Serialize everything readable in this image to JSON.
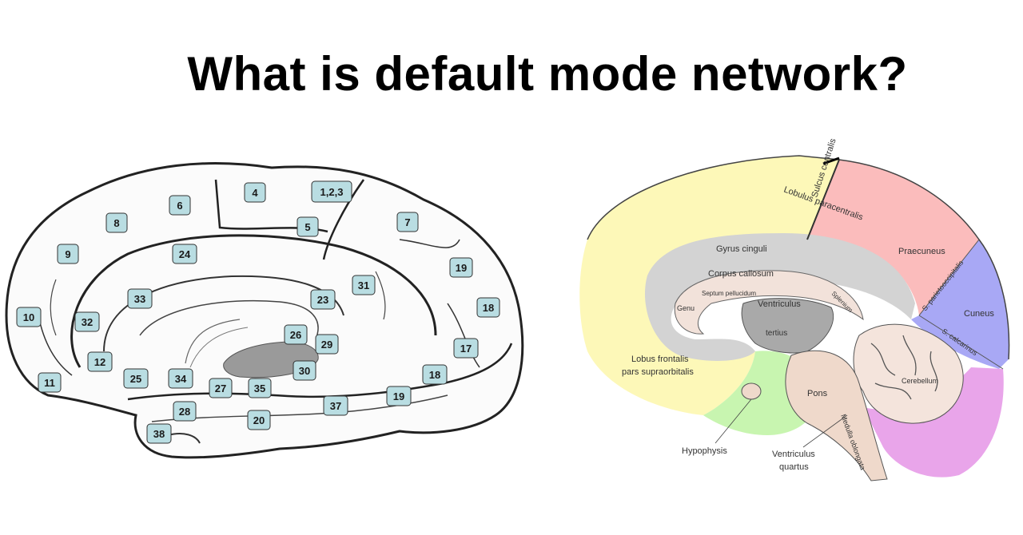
{
  "title": "What is default mode network?",
  "brodmann_diagram": {
    "area_labels": [
      "6",
      "4",
      "1,2,3",
      "8",
      "5",
      "7",
      "9",
      "24",
      "19",
      "31",
      "33",
      "23",
      "18",
      "10",
      "32",
      "26",
      "29",
      "17",
      "12",
      "30",
      "11",
      "25",
      "34",
      "27",
      "35",
      "28",
      "37",
      "19",
      "18",
      "20",
      "38"
    ]
  },
  "anatomy_diagram": {
    "labels": {
      "sulcus_centralis": "Sulcus centralis",
      "lobulus_paracentralis": "Lobulus paracentralis",
      "gyrus_cinguli": "Gyrus cinguli",
      "praecuneus": "Praecuneus",
      "corpus_callosum": "Corpus callosum",
      "septum_pellucidum": "Septum pellucidum",
      "genu": "Genu",
      "ventriculus_tertius_1": "Ventriculus",
      "ventriculus_tertius_2": "tertius",
      "splenium": "Splenium",
      "s_parietooccipitalis": "S. parietooccipitalis",
      "cuneus": "Cuneus",
      "s_calcarinus": "S. calcarinus",
      "lobus_frontalis_1": "Lobus frontalis",
      "lobus_frontalis_2": "pars supraorbitalis",
      "cerebellum": "Cerebellum",
      "pons": "Pons",
      "medulla_oblongata": "Medulla oblongata",
      "hypophysis": "Hypophysis",
      "ventriculus_quartus_1": "Ventriculus",
      "ventriculus_quartus_2": "quartus"
    },
    "colors": {
      "frontal": "#fdf8b8",
      "cingulate": "#d3d3d3",
      "praecuneus": "#fbbcbc",
      "cuneus": "#a8a8f5",
      "limbic": "#c8f5b0",
      "brainstem": "#efd9cb",
      "cerebellum_lower": "#e9a5ea",
      "callosum": "#f2e2da"
    }
  }
}
